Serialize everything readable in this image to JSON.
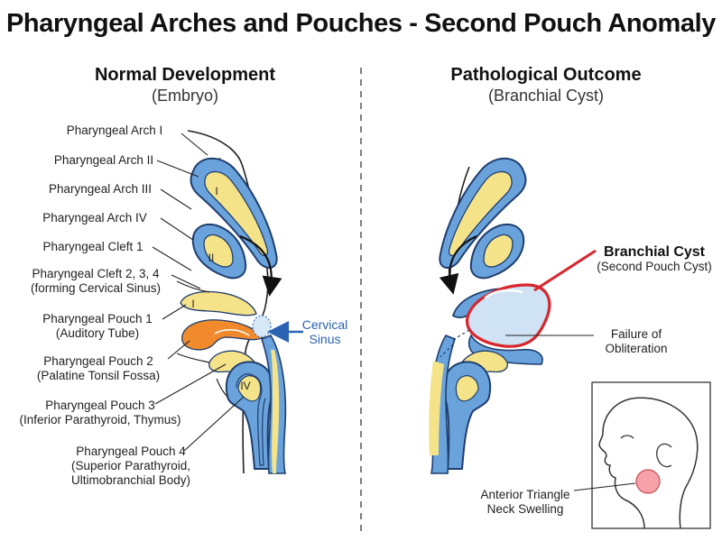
{
  "title": "Pharyngeal Arches and Pouches - Second Pouch Anomaly",
  "left_panel": {
    "title": "Normal Development",
    "subtitle": "(Embryo)",
    "labels": {
      "arch1": "Pharyngeal Arch I",
      "arch2": "Pharyngeal Arch II",
      "arch3": "Pharyngeal Arch III",
      "arch4": "Pharyngeal Arch IV",
      "cleft1": "Pharyngeal Cleft 1",
      "cleft234_l1": "Pharyngeal Cleft 2, 3, 4",
      "cleft234_l2": "(forming Cervical Sinus)",
      "pouch1_l1": "Pharyngeal Pouch 1",
      "pouch1_l2": "(Auditory Tube)",
      "pouch2_l1": "Pharyngeal Pouch 2",
      "pouch2_l2": "(Palatine Tonsil Fossa)",
      "pouch3_l1": "Pharyngeal Pouch 3",
      "pouch3_l2": "(Inferior Parathyroid, Thymus)",
      "pouch4_l1": "Pharyngeal Pouch 4",
      "pouch4_l2": "(Superior Parathyroid,",
      "pouch4_l3": "Ultimobranchial Body)",
      "sinus_l1": "Cervical",
      "sinus_l2": "Sinus"
    },
    "numerals": {
      "arch1": "I",
      "arch2": "II",
      "arch4": "IV",
      "pouch1": "I"
    }
  },
  "right_panel": {
    "title": "Pathological Outcome",
    "subtitle": "(Branchial Cyst)",
    "labels": {
      "cyst": "Branchial Cyst",
      "cyst_sub": "(Second Pouch Cyst)",
      "failure_l1": "Failure of",
      "failure_l2": "Obliteration",
      "neck_l1": "Anterior Triangle",
      "neck_l2": "Neck Swelling"
    }
  },
  "colors": {
    "arch_blue": "#6aa3dc",
    "arch_outline": "#1f3e6e",
    "yellow": "#f5e38a",
    "orange": "#f08a2c",
    "cyst_fill": "#cfe3f4",
    "cyst_outline": "#d8262c",
    "sinus_blue": "#2a63b2",
    "swelling_pink": "#f5a3a8"
  }
}
